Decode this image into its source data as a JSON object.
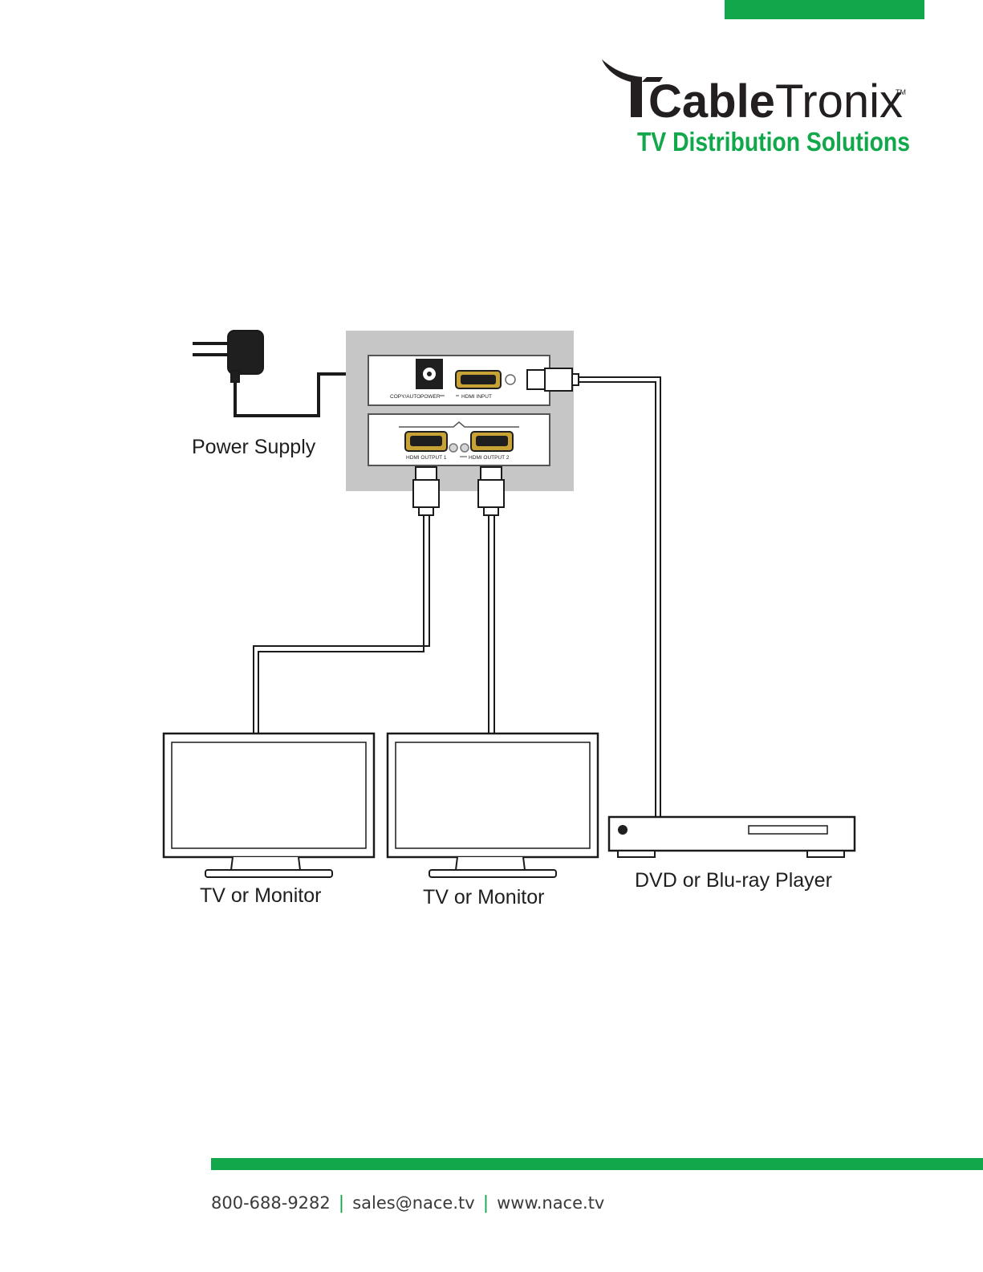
{
  "brand": {
    "name_part1": "Cable",
    "name_part2": "Tronix",
    "trademark": "TM",
    "tagline": "TV Distribution Solutions",
    "green": "#10a84a",
    "dark": "#231f20"
  },
  "diagram": {
    "labels": {
      "power_supply": "Power Supply",
      "tv1": "TV or Monitor",
      "tv2": "TV or Monitor",
      "player": "DVD or Blu-ray Player"
    },
    "ports": {
      "copy_auto": "COPY/AUTO",
      "power": "POWER",
      "hdmi_input": "HDMI INPUT",
      "hdmi_output_1": "HDMI OUTPUT 1",
      "hdmi_output_2": "HDMI OUTPUT 2"
    }
  },
  "footer": {
    "phone": "800-688-9282",
    "email": "sales@nace.tv",
    "website": "www.nace.tv",
    "separator": "|"
  }
}
